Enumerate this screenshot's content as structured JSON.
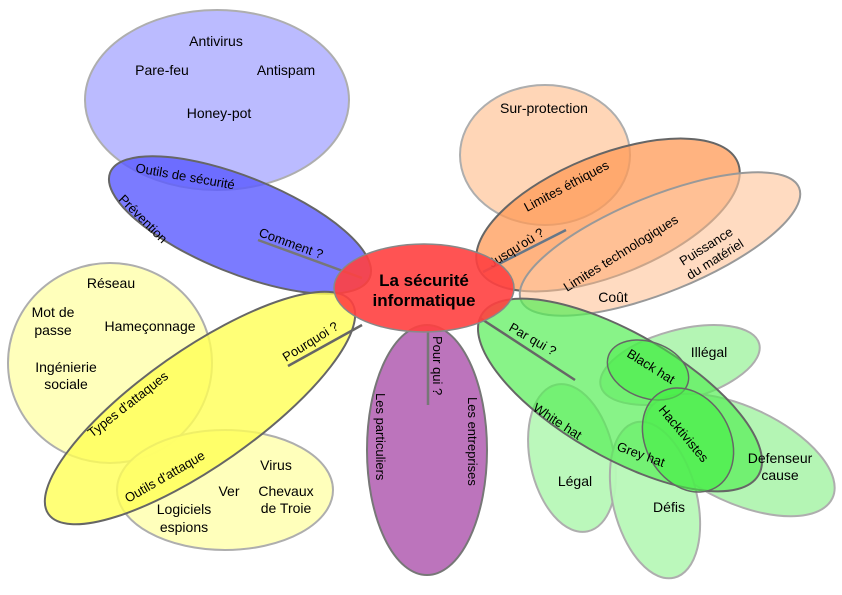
{
  "center": {
    "line1": "La sécurité",
    "line2": "informatique"
  },
  "colors": {
    "center": "#ff4040",
    "blue_dark": "#5a5aff",
    "blue_light": "#b0b0ff",
    "orange_dark": "#ff9955",
    "orange_light": "#ffcfa8",
    "yellow_dark": "#ffff55",
    "yellow_light": "#ffffb8",
    "green_dark": "#55ee55",
    "green_light": "#b0f5b0",
    "purple": "#b565b5",
    "connector": "#666666"
  },
  "branches": {
    "comment": {
      "question": "Comment ?",
      "title": "Prévention",
      "sub": "Outils de sécurité",
      "items": [
        "Antivirus",
        "Pare-feu",
        "Antispam",
        "Honey-pot"
      ]
    },
    "jusquou": {
      "question": "Jusqu'où ?",
      "ethics": "Limites éthiques",
      "ethics_items": [
        "Sur-protection"
      ],
      "tech": "Limites technologiques",
      "tech_items": [
        "Puissance",
        "du matériel",
        "Coût"
      ]
    },
    "pourquoi": {
      "question": "Pourquoi ?",
      "types": "Types d'attaques",
      "types_items": [
        "Réseau",
        "Mot de",
        "passe",
        "Hameçonnage",
        "Ingénierie",
        "sociale"
      ],
      "tools": "Outils d'attaque",
      "tools_items": [
        "Virus",
        "Ver",
        "Chevaux",
        "de Troie",
        "Logiciels",
        "espions"
      ]
    },
    "pourqui": {
      "question": "Pour qui ?",
      "items": [
        "Les particuliers",
        "Les entreprises"
      ]
    },
    "parqui": {
      "question": "Par qui ?",
      "black": "Black hat",
      "black_item": "Illégal",
      "white": "White hat",
      "white_item": "Légal",
      "grey": "Grey hat",
      "grey_item": "Défis",
      "hack": "Hacktivistes",
      "hack_items": [
        "Defenseur",
        "cause"
      ]
    }
  }
}
